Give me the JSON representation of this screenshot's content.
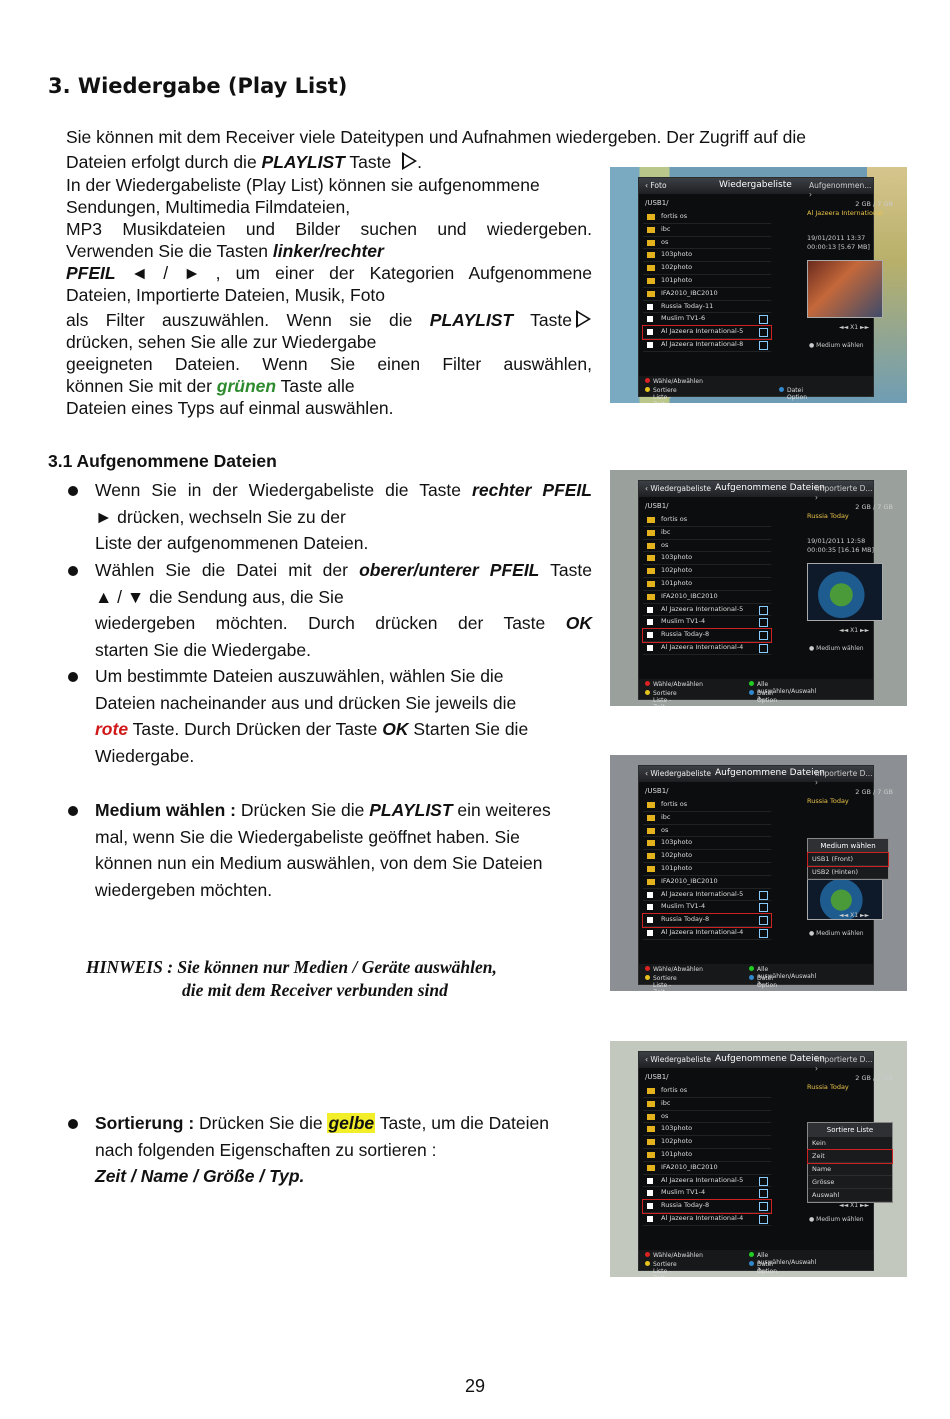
{
  "heading": "3. Wiedergabe  (Play  List)",
  "intro": {
    "l1": "Sie können mit dem Receiver viele Dateitypen und Aufnahmen wiedergeben. Der Zugriff auf die",
    "l2a": "Dateien erfolgt durch die ",
    "l2b": "PLAYLIST",
    "l2c": " Taste ",
    "l2d": ".",
    "l3": "In der Wiedergabeliste (Play List) können sie aufgenommene",
    "l4": "Sendungen, Multimedia Filmdateien,",
    "l5": "MP3 Musikdateien und Bilder suchen und wiedergeben.",
    "l6a": "Verwenden Sie die Tasten ",
    "l6b": "linker/rechter",
    "l7a": "PFEIL",
    "l7b": " ◄ / ►  , um einer der Kategorien Aufgenommene",
    "l8": "Dateien, Importierte Dateien, Musik, Foto",
    "l9a": "als Filter auszuwählen. Wenn sie die ",
    "l9b": "PLAYLIST",
    "l9c": " Taste",
    "l10": "drücken, sehen Sie alle zur Wiedergabe",
    "l11": "geeigneten Dateien. Wenn Sie einen Filter auswählen,",
    "l12a": "können Sie mit der ",
    "l12b": "grünen",
    "l12c": " Taste alle",
    "l13": "Dateien eines Typs auf einmal auswählen."
  },
  "section31": "3.1 Aufgenommene Dateien",
  "b1": {
    "a": "Wenn Sie in der Wiedergabeliste die Taste ",
    "b": "rechter PFEIL",
    "c": "► drücken, wechseln Sie zu der",
    "d": "Liste der aufgenommenen Dateien."
  },
  "b2": {
    "a": "Wählen Sie die Datei mit der ",
    "b": "oberer/unterer PFEIL",
    "c": " Taste",
    "d": "▲ / ▼ die Sendung aus, die Sie",
    "e": "wiedergeben möchten. Durch drücken der Taste ",
    "f": "OK",
    "g": "starten Sie die Wiedergabe."
  },
  "b3": {
    "a": "Um bestimmte Dateien auszuwählen, wählen Sie die",
    "b": "Dateien nacheinander aus und drücken Sie jeweils die",
    "c": "rote",
    "d": " Taste. Durch Drücken der Taste ",
    "e": "OK",
    "f": " Starten Sie die",
    "g": "Wiedergabe."
  },
  "b4": {
    "a": "Medium wählen :",
    "b": " Drücken Sie die ",
    "c": "PLAYLIST",
    "d": " ein weiteres",
    "e": "mal, wenn Sie die Wiedergabeliste geöffnet haben. Sie",
    "f": "können nun ein Medium auswählen, von dem Sie Dateien",
    "g": "wiedergeben möchten."
  },
  "note": {
    "l1": "HINWEIS : Sie können nur Medien / Geräte auswählen,",
    "l2": "die mit dem Receiver verbunden sind"
  },
  "b5": {
    "a": "Sortierung :",
    "b": " Drücken Sie die ",
    "c": "gelbe",
    "d": " Taste, um die Dateien",
    "e": "nach folgenden Eigenschaften zu sortieren :",
    "f": "Zeit / Name / Größe / Typ."
  },
  "page_number": "29",
  "shots": {
    "s1": {
      "back": "‹ Foto",
      "title": "Wiedergabeliste",
      "sub": "Aufgenommen... ›",
      "path": "/USB1/",
      "rows": [
        "fortis os",
        "ibc",
        "os",
        "103photo",
        "102photo",
        "101photo",
        "IFA2010_IBC2010",
        "Russia Today-11",
        "Muslim TV1-6",
        "Al Jazeera International-5",
        "Al Jazeera International-8"
      ],
      "size": "2 GB / 7 GB",
      "channel": "Al Jazeera International",
      "date": "19/01/2011     13:37",
      "dur": "00:00:13 [5.67 MB]",
      "xl": "◄◄          X1          ►►",
      "med": "● Medium wählen",
      "f1": "Wähle/Abwählen",
      "f2": "Sortiere Liste - Zeit",
      "f3": "Datei Option"
    },
    "s2": {
      "back": "‹ Wiedergabeliste",
      "title": "Aufgenommene Dateien",
      "sub": "Importierte D... ›",
      "path": "/USB1/",
      "rows": [
        "fortis os",
        "ibc",
        "os",
        "103photo",
        "102photo",
        "101photo",
        "IFA2010_IBC2010",
        "Al Jazeera International-5",
        "Muslim TV1-4",
        "Russia Today-8",
        "Al Jazeera International-4"
      ],
      "size": "2 GB / 7 GB",
      "channel": "Russia Today",
      "date": "19/01/2011     12:58",
      "dur": "00:00:35 [16.16 MB]",
      "xl": "◄◄          X1          ►►",
      "med": "● Medium wählen",
      "f1": "Wähle/Abwählen",
      "f2": "Sortiere Liste - Zeit",
      "f3": "Alle auswählen/Auswahl a...",
      "f4": "Datei Option"
    },
    "s3": {
      "back": "‹ Wiedergabeliste",
      "title": "Aufgenommene Dateien",
      "sub": "Importierte D... ›",
      "path": "/USB1/",
      "rows": [
        "fortis os",
        "ibc",
        "os",
        "103photo",
        "102photo",
        "101photo",
        "IFA2010_IBC2010",
        "Al Jazeera International-5",
        "Muslim TV1-4",
        "Russia Today-8",
        "Al Jazeera International-4"
      ],
      "size": "2 GB / 7 GB",
      "channel": "Russia Today",
      "popup_title": "Medium wählen",
      "popup_items": [
        "USB1 (Front)",
        "USB2 (Hinten)"
      ],
      "xl": "◄◄          X1          ►►",
      "med": "● Medium wählen",
      "f1": "Wähle/Abwählen",
      "f2": "Sortiere Liste - Zeit",
      "f3": "Alle auswählen/Auswahl a...",
      "f4": "Datei Option"
    },
    "s4": {
      "back": "‹ Wiedergabeliste",
      "title": "Aufgenommene Dateien",
      "sub": "Importierte D... ›",
      "path": "/USB1/",
      "rows": [
        "fortis os",
        "ibc",
        "os",
        "103photo",
        "102photo",
        "101photo",
        "IFA2010_IBC2010",
        "Al Jazeera International-5",
        "Muslim TV1-4",
        "Russia Today-8",
        "Al Jazeera International-4"
      ],
      "size": "2 GB / 7 GB",
      "channel": "Russia Today",
      "popup_title": "Sortiere Liste",
      "popup_items": [
        "Kein",
        "Zeit",
        "Name",
        "Grösse",
        "Auswahl"
      ],
      "xl": "◄◄          X1          ►►",
      "med": "● Medium wählen",
      "f1": "Wähle/Abwählen",
      "f2": "Sortiere Liste - Zeit",
      "f3": "Alle auswählen/Auswahl a...",
      "f4": "Datei Option"
    }
  }
}
